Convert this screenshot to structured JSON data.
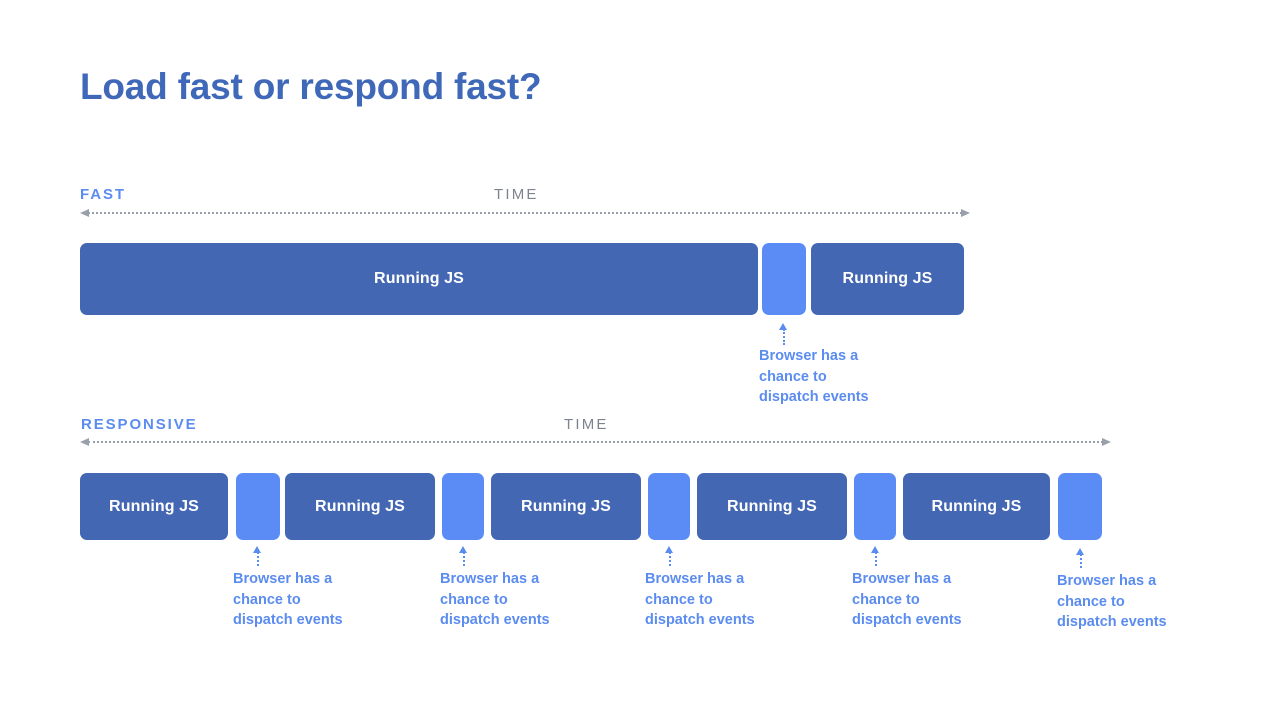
{
  "slide": {
    "title": "Load fast or respond fast?",
    "background_color": "#ffffff",
    "title_color": "#3f68b8",
    "js_block_color": "#4467b4",
    "gap_block_color": "#5b8cf6",
    "accent_blue": "#5b8cf0",
    "axis_gray": "#9aa0ab",
    "time_label_color": "#7e848e"
  },
  "sections": [
    {
      "row_label": "FAST",
      "time_label": "TIME",
      "blocks": [
        {
          "kind": "js",
          "label": "Running JS"
        },
        {
          "kind": "gap",
          "label": ""
        },
        {
          "kind": "js",
          "label": "Running JS"
        }
      ],
      "callouts": [
        {
          "text": "Browser has a\nchance to\ndispatch events"
        }
      ]
    },
    {
      "row_label": "RESPONSIVE",
      "time_label": "TIME",
      "blocks": [
        {
          "kind": "js",
          "label": "Running JS"
        },
        {
          "kind": "gap",
          "label": ""
        },
        {
          "kind": "js",
          "label": "Running JS"
        },
        {
          "kind": "gap",
          "label": ""
        },
        {
          "kind": "js",
          "label": "Running JS"
        },
        {
          "kind": "gap",
          "label": ""
        },
        {
          "kind": "js",
          "label": "Running JS"
        },
        {
          "kind": "gap",
          "label": ""
        },
        {
          "kind": "js",
          "label": "Running JS"
        },
        {
          "kind": "gap",
          "label": ""
        }
      ],
      "callouts": [
        {
          "text": "Browser has a\nchance to\ndispatch events"
        },
        {
          "text": "Browser has a\nchance to\ndispatch events"
        },
        {
          "text": "Browser has a\nchance to\ndispatch events"
        },
        {
          "text": "Browser has a\nchance to\ndispatch events"
        },
        {
          "text": "Browser has a\nchance to\ndispatch events"
        }
      ]
    }
  ]
}
